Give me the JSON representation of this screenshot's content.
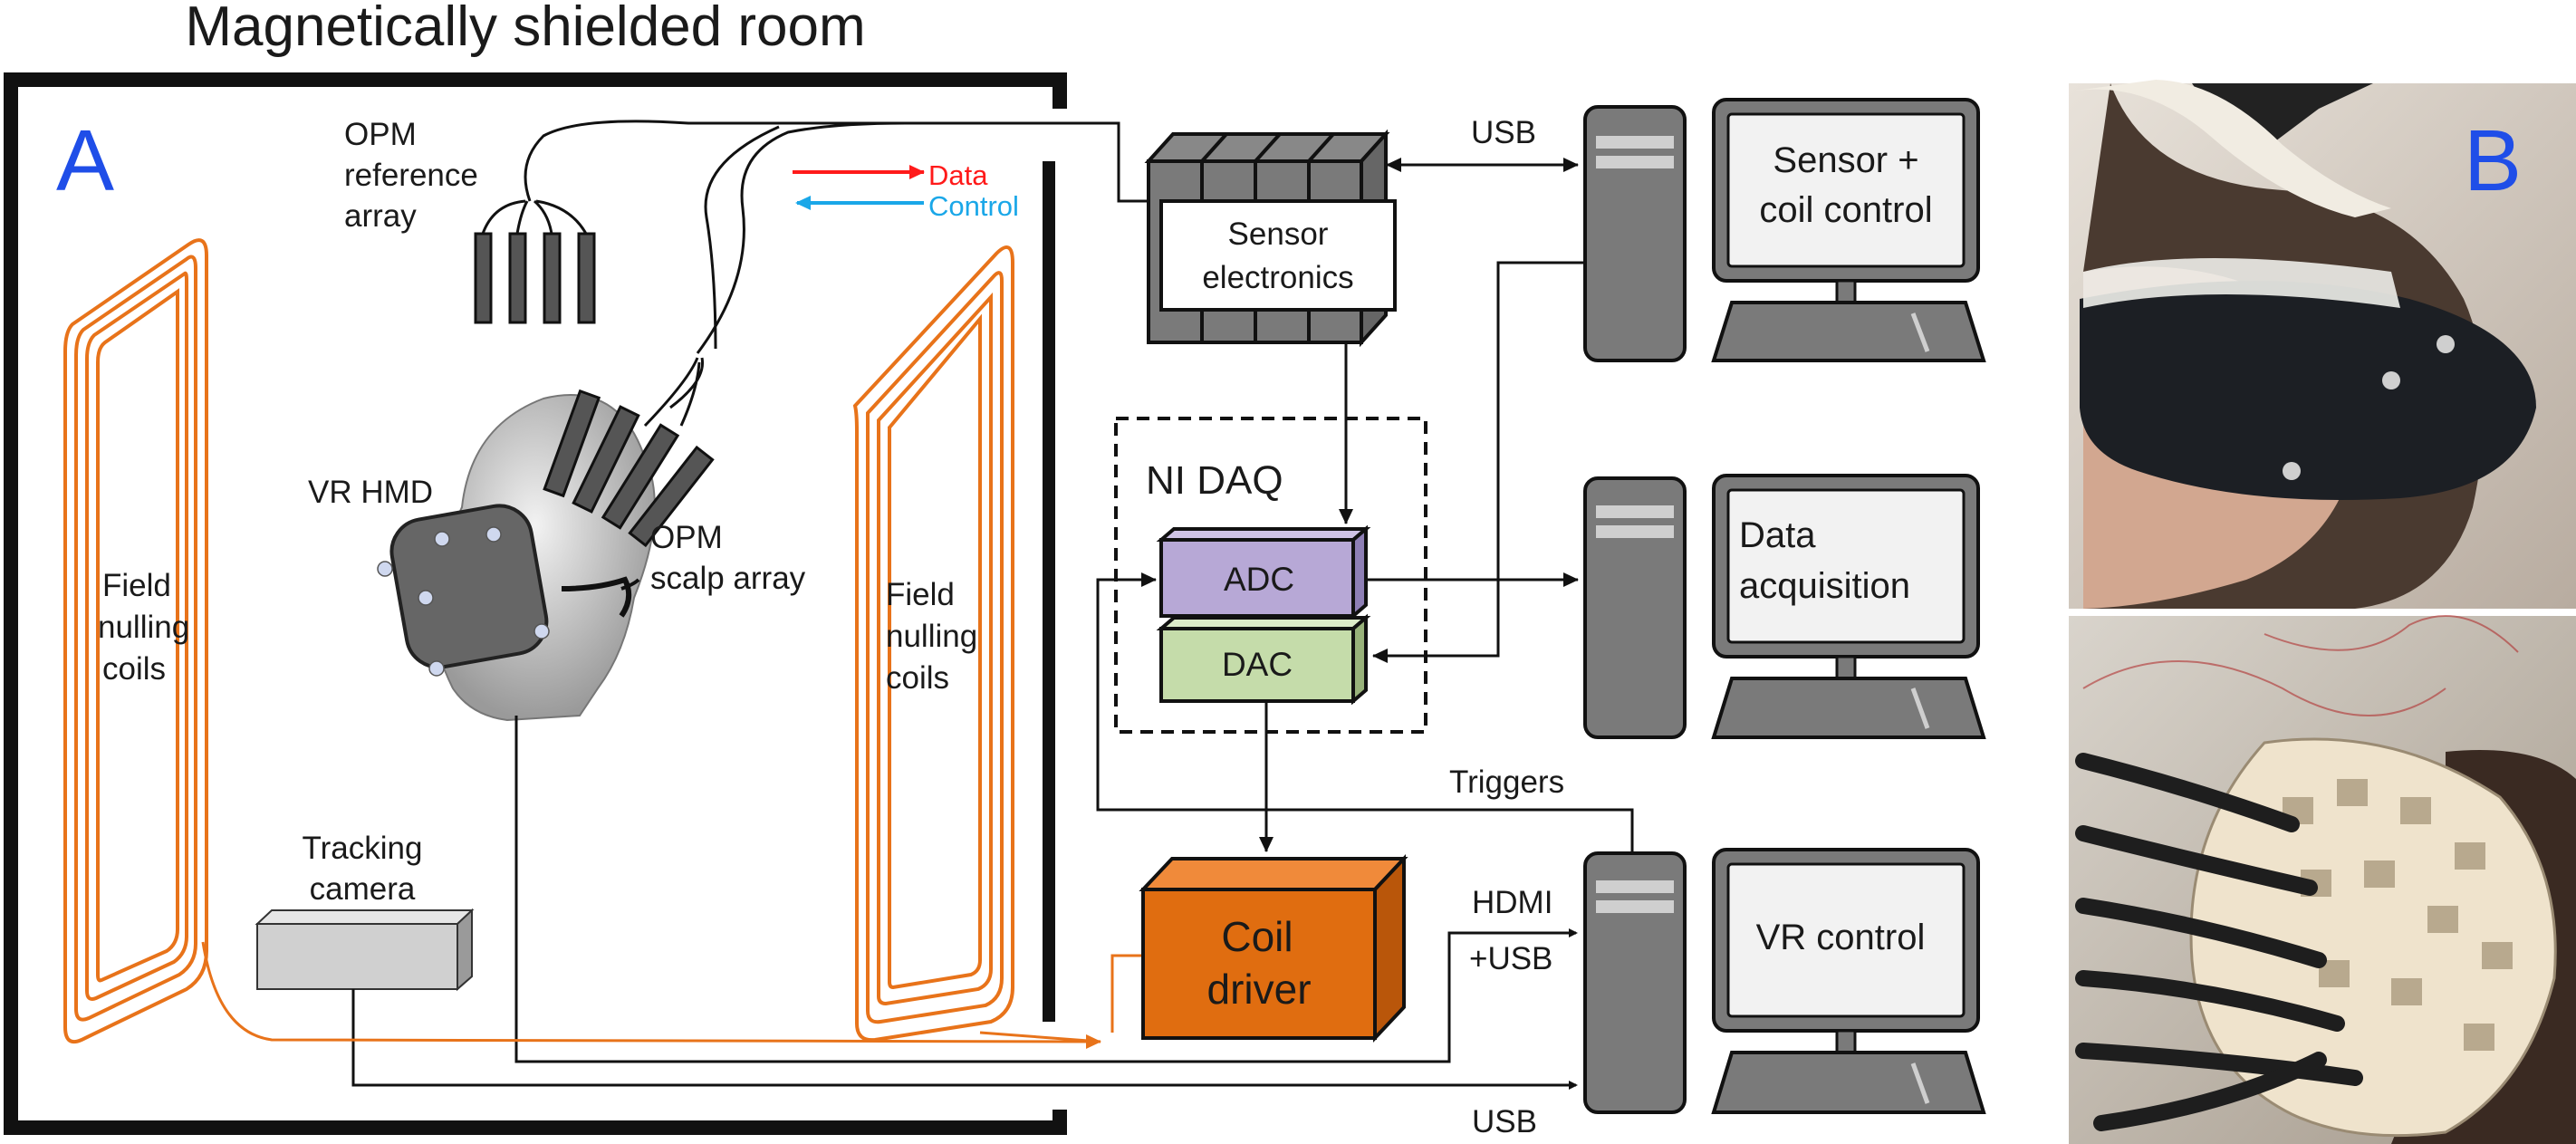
{
  "title": "Magnetically shielded room",
  "panels": {
    "a": "A",
    "b": "B"
  },
  "legend": {
    "data": "Data",
    "control": "Control"
  },
  "labels": {
    "opm_reference": [
      "OPM",
      "reference",
      "array"
    ],
    "vr_hmd": "VR HMD",
    "opm_scalp": [
      "OPM",
      "scalp array"
    ],
    "field_coils_left": [
      "Field",
      "nulling",
      "coils"
    ],
    "field_coils_right": [
      "Field",
      "nulling",
      "coils"
    ],
    "tracking_camera": [
      "Tracking",
      "camera"
    ],
    "sensor_electronics": [
      "Sensor",
      "electronics"
    ],
    "ni_daq": "NI DAQ",
    "adc": "ADC",
    "dac": "DAC",
    "coil_driver": [
      "Coil",
      "driver"
    ],
    "usb_top": "USB",
    "triggers": "Triggers",
    "hdmi_usb": [
      "HDMI",
      "+USB"
    ],
    "usb_bottom": "USB"
  },
  "computers": [
    {
      "id": "sensor-coil-control",
      "lines": [
        "Sensor +",
        "coil control"
      ]
    },
    {
      "id": "data-acquisition",
      "lines": [
        "Data",
        "acquisition"
      ]
    },
    {
      "id": "vr-control",
      "lines": [
        "VR control"
      ]
    }
  ],
  "colors": {
    "coil": "#e8731a",
    "data_arrow": "#ff1a1a",
    "control_arrow": "#1aa7e8",
    "panel_letter": "#1f4ee8",
    "adc_fill": "#b7a8d6",
    "dac_fill": "#c5dcaa",
    "coil_driver_fill": "#e06d10",
    "computer_gray": "#7a7a7a",
    "screen_fill": "#f2f2f2"
  }
}
